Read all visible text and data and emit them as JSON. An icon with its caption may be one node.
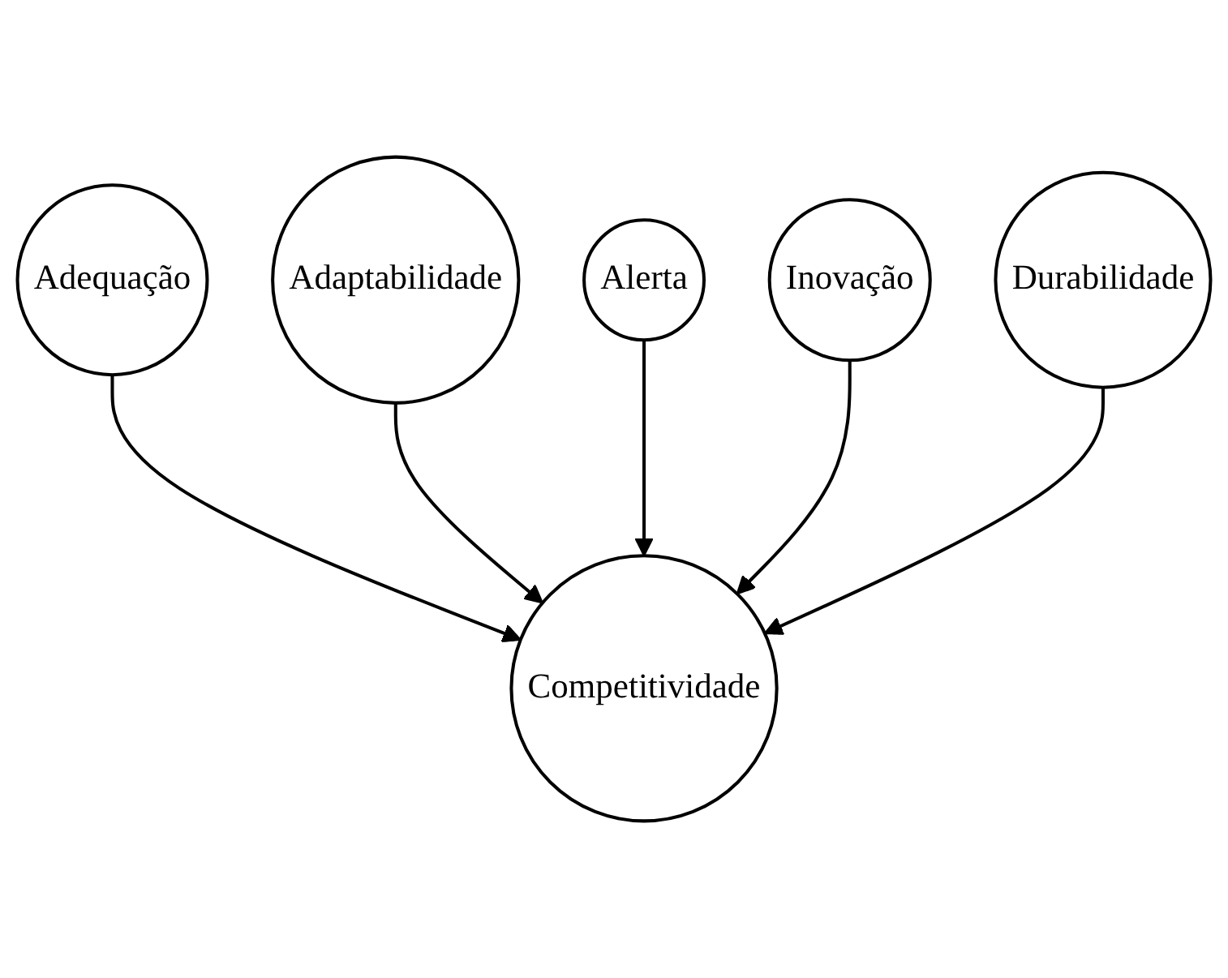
{
  "diagram": {
    "nodes": [
      {
        "text": [
          "Adequação"
        ]
      },
      {
        "text": [
          "Adaptabilidade"
        ]
      },
      {
        "text": [
          "Alerta"
        ]
      },
      {
        "text": [
          "Competitividade"
        ]
      },
      {
        "text": [
          "Inovação"
        ]
      },
      {
        "text": [
          "Durabilidade"
        ]
      }
    ],
    "edges": [
      {
        "from": 0,
        "to": 3,
        "arrow": "to"
      },
      {
        "from": 1,
        "to": 3,
        "arrow": "to"
      },
      {
        "from": 2,
        "to": 3,
        "arrow": "to"
      },
      {
        "from": 4,
        "to": 3,
        "arrow": "to"
      },
      {
        "from": 5,
        "to": 3,
        "arrow": "to"
      }
    ]
  }
}
